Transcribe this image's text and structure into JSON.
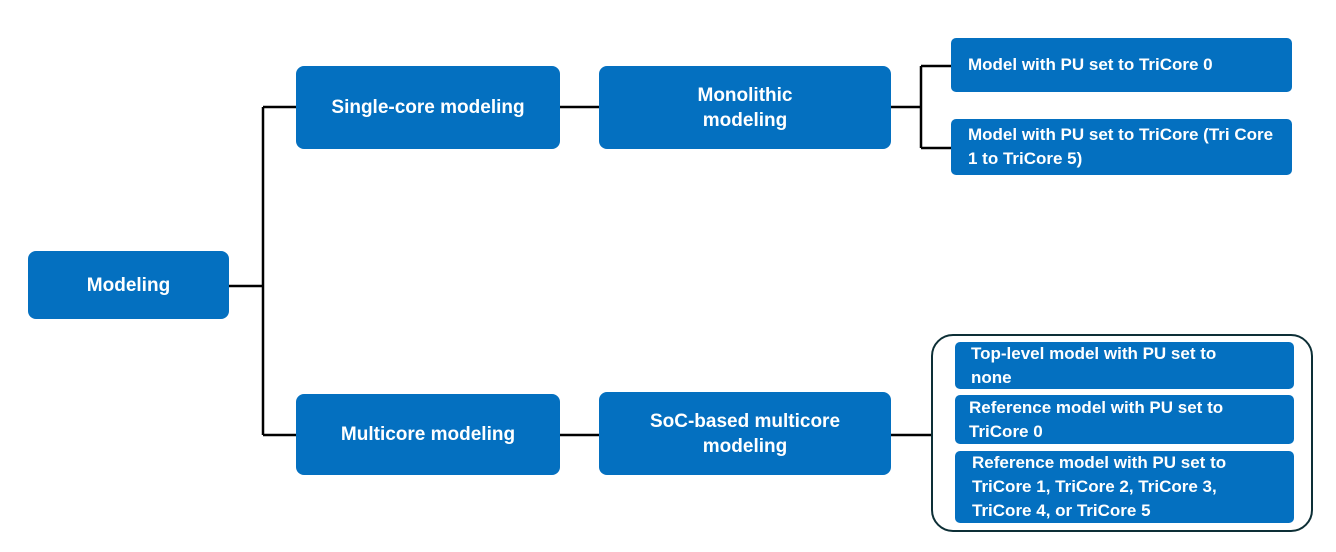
{
  "nodes": {
    "root": "Modeling",
    "single_core": "Single-core modeling",
    "multicore": "Multicore modeling",
    "monolithic": "Monolithic modeling",
    "soc_based": "SoC-based multicore modeling",
    "pu_tricore0": "Model with PU set to TriCore 0",
    "pu_tricore_other": "Model with PU set to TriCore (Tri Core 1 to TriCore 5)",
    "top_level_pu_none": "Top-level model with PU set to none",
    "reference_tricore0": "Reference model with PU set to TriCore 0",
    "reference_tricore_others": "Reference model with PU set to TriCore 1, TriCore 2, TriCore 3, TriCore 4, or TriCore 5"
  },
  "colors": {
    "node_fill": "#0470c0",
    "node_text": "#ffffff",
    "connector": "#000000",
    "group_border": "#0d2f36"
  }
}
